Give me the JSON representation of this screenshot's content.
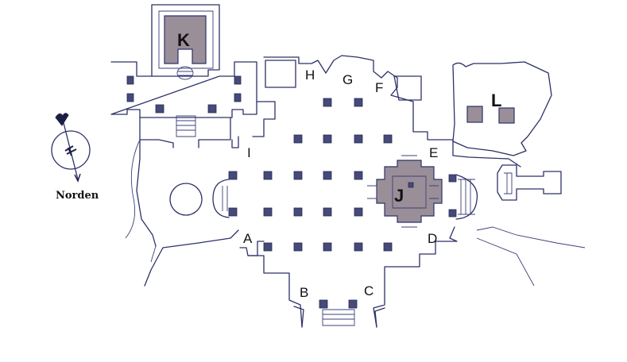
{
  "compass": {
    "label": "Norden"
  },
  "labels": {
    "A": "A",
    "B": "B",
    "C": "C",
    "D": "D",
    "E": "E",
    "F": "F",
    "G": "G",
    "H": "H",
    "I": "I",
    "J": "J",
    "K": "K",
    "L": "L"
  },
  "colors": {
    "ink": "#2c3168",
    "pillar": "#454a78",
    "shrine": "#9a8f98"
  },
  "icons": {
    "compass": "north-arrow-compass-icon"
  }
}
